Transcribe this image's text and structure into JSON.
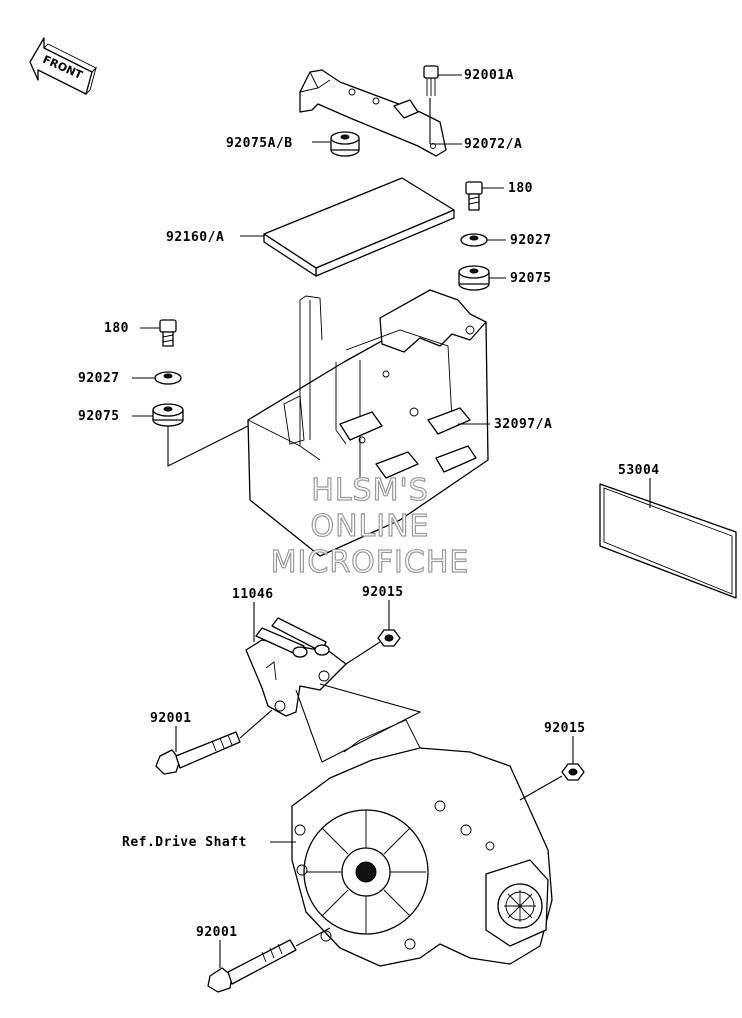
{
  "front_indicator": "FRONT",
  "watermark": [
    "HLSM'S",
    "ONLINE",
    "MICROFICHE"
  ],
  "parts": {
    "bolt_92001a": "92001A",
    "rubber_92075ab": "92075A/B",
    "bracket_92072a": "92072/A",
    "bolt_180_right": "180",
    "pad_92160a": "92160/A",
    "collar_92027_right": "92027",
    "grommet_92075_right": "92075",
    "bolt_180_left": "180",
    "collar_92027_left": "92027",
    "grommet_92075_left": "92075",
    "case_32097a": "32097/A",
    "label_53004": "53004",
    "bracket_11046": "11046",
    "nut_92015_top": "92015",
    "bolt_92001_mid": "92001",
    "nut_92015_right": "92015",
    "ref_drive_shaft": "Ref.Drive Shaft",
    "bolt_92001_bottom": "92001"
  }
}
